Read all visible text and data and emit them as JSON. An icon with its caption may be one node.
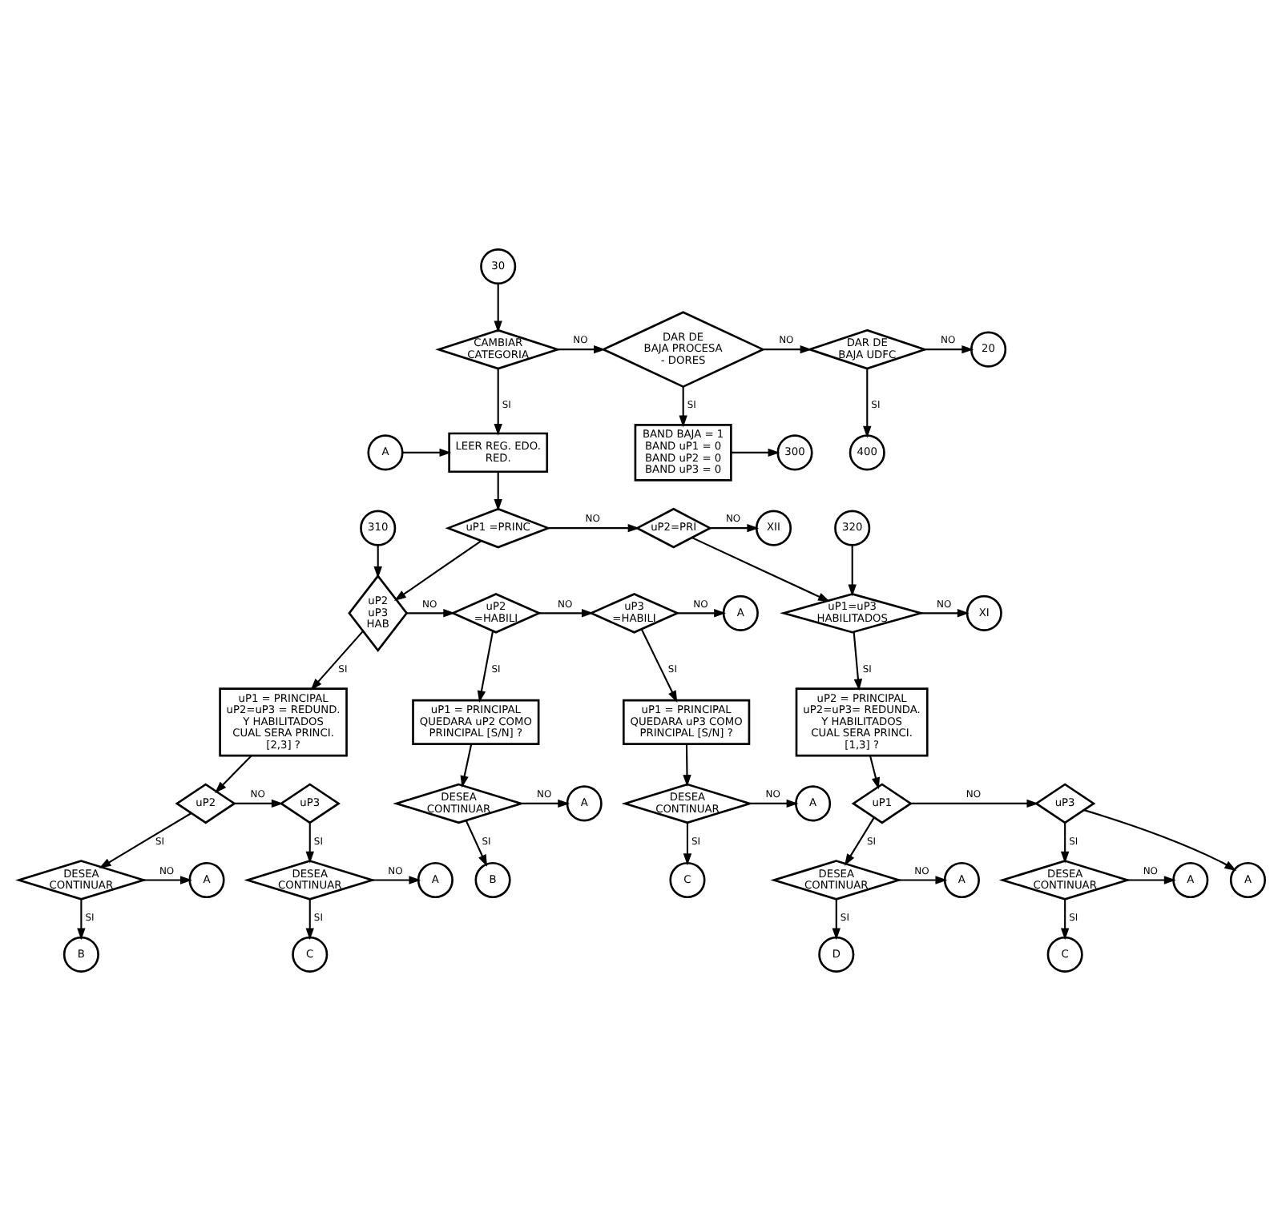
{
  "diagram": {
    "nodes": [
      {
        "text": [
          "30"
        ]
      },
      {
        "text": [
          "CAMBIAR CATEGORIA"
        ]
      },
      {
        "text": [
          "DAR DE BAJA PROCESA - DORES"
        ]
      },
      {
        "text": [
          "DAR DE BAJA UDFC"
        ]
      },
      {
        "text": [
          "20"
        ]
      },
      {
        "text": [
          "A"
        ]
      },
      {
        "text": [
          "LEER REG. EDO. RED."
        ]
      },
      {
        "text": [
          "BAND BAJA = 1 BAND uP1 = 0 BAND uP2 = 0 BAND uP3 = 0"
        ]
      },
      {
        "text": [
          "400"
        ]
      },
      {
        "text": [
          "300"
        ]
      },
      {
        "text": [
          "uP1 =PRINC"
        ]
      },
      {
        "text": [
          "uP2=PRI"
        ]
      },
      {
        "text": [
          "XII"
        ]
      },
      {
        "text": [
          "310"
        ]
      },
      {
        "text": [
          "320"
        ]
      },
      {
        "text": [
          "uP2 uP3 HAB"
        ]
      },
      {
        "text": [
          "uP2 =HABILI"
        ]
      },
      {
        "text": [
          "uP3 =HABILI"
        ]
      },
      {
        "text": [
          "A"
        ]
      },
      {
        "text": [
          "uP1=uP3 HABILITADOS"
        ]
      },
      {
        "text": [
          "XI"
        ]
      },
      {
        "text": [
          "uP1 = PRINCIPAL uP2=uP3 = REDUND. Y HABILITADOS CUAL SERA PRINCI. [2,3] ?"
        ]
      },
      {
        "text": [
          "uP1 = PRINCIPAL QUEDARA uP2 COMO PRINCIPAL [S/N] ?"
        ]
      },
      {
        "text": [
          "uP1 = PRINCIPAL QUEDARA uP3 COMO PRINCIPAL [S/N] ?"
        ]
      },
      {
        "text": [
          "uP2 = PRINCIPAL uP2=uP3= REDUNDA. Y HABILITADOS CUAL SERA PRINCI. [1,3] ?"
        ]
      },
      {
        "text": [
          "uP3"
        ]
      },
      {
        "text": [
          "uP2"
        ]
      },
      {
        "text": [
          "DESEA CONTINUAR"
        ]
      },
      {
        "text": [
          "A"
        ]
      },
      {
        "text": [
          "DESEA CONTINUAR"
        ]
      },
      {
        "text": [
          "A"
        ]
      },
      {
        "text": [
          "A"
        ]
      },
      {
        "text": [
          "DESEA CONTINUAR"
        ]
      },
      {
        "text": [
          "DESEA CONTINUAR"
        ]
      },
      {
        "text": [
          "A"
        ]
      },
      {
        "text": [
          "B"
        ]
      },
      {
        "text": [
          "C"
        ]
      },
      {
        "text": [
          "C"
        ]
      },
      {
        "text": [
          "B"
        ]
      },
      {
        "text": [
          "uP3"
        ]
      },
      {
        "text": [
          "uP1"
        ]
      },
      {
        "text": [
          "A"
        ]
      },
      {
        "text": [
          "A"
        ]
      },
      {
        "text": [
          "DESEA CONTINUAR"
        ]
      },
      {
        "text": [
          "DESEA CONTINUAR"
        ]
      },
      {
        "text": [
          "A"
        ]
      },
      {
        "text": [
          "C"
        ]
      },
      {
        "text": [
          "D"
        ]
      }
    ],
    "edges": [
      {
        "from": 0,
        "to": 1,
        "arrow": "to"
      },
      {
        "from": 1,
        "to": 2,
        "arrow": "to",
        "label": "NO"
      },
      {
        "from": 2,
        "to": 3,
        "arrow": "to",
        "label": "NO"
      },
      {
        "from": 3,
        "to": 4,
        "arrow": "to",
        "label": "NO"
      },
      {
        "from": 3,
        "to": 8,
        "arrow": "to",
        "label": "SI"
      },
      {
        "from": 2,
        "to": 7,
        "arrow": "to",
        "label": "SI"
      },
      {
        "from": 7,
        "to": 9,
        "arrow": "to"
      },
      {
        "from": 1,
        "to": 6,
        "arrow": "to",
        "label": "SI"
      },
      {
        "from": 5,
        "to": 6,
        "arrow": "to"
      },
      {
        "from": 6,
        "to": 10,
        "arrow": "to"
      },
      {
        "from": 10,
        "to": 11,
        "arrow": "to",
        "label": "NO"
      },
      {
        "from": 11,
        "to": 12,
        "arrow": "to",
        "label": "NO"
      },
      {
        "from": 11,
        "to": 19,
        "arrow": "to"
      },
      {
        "from": 14,
        "to": 19,
        "arrow": "to"
      },
      {
        "from": 19,
        "to": 20,
        "arrow": "to",
        "label": "NO"
      },
      {
        "from": 19,
        "to": 24,
        "arrow": "to",
        "label": "SI"
      },
      {
        "from": 24,
        "to": 40,
        "arrow": "to"
      },
      {
        "from": 10,
        "to": 15,
        "arrow": "to"
      },
      {
        "from": 13,
        "to": 15,
        "arrow": "to"
      },
      {
        "from": 15,
        "to": 16,
        "arrow": "to",
        "label": "NO"
      },
      {
        "from": 16,
        "to": 17,
        "arrow": "to",
        "label": "NO"
      },
      {
        "from": 17,
        "to": 18,
        "arrow": "to",
        "label": "NO"
      },
      {
        "from": 15,
        "to": 21,
        "arrow": "to",
        "label": "SI"
      },
      {
        "from": 16,
        "to": 22,
        "arrow": "to",
        "label": "SI"
      },
      {
        "from": 17,
        "to": 23,
        "arrow": "to",
        "label": "SI"
      },
      {
        "from": 21,
        "to": 26,
        "arrow": "to"
      },
      {
        "from": 26,
        "to": 25,
        "arrow": "to",
        "label": "NO"
      },
      {
        "from": 25,
        "to": 32,
        "arrow": "to",
        "label": "SI"
      },
      {
        "from": 26,
        "to": 33,
        "arrow": "to",
        "label": "SI"
      },
      {
        "from": 32,
        "to": 31,
        "arrow": "to",
        "label": "NO"
      },
      {
        "from": 32,
        "to": 37,
        "arrow": "to",
        "label": "SI"
      },
      {
        "from": 33,
        "to": 34,
        "arrow": "to",
        "label": "NO"
      },
      {
        "from": 33,
        "to": 38,
        "arrow": "to",
        "label": "SI"
      },
      {
        "from": 22,
        "to": 27,
        "arrow": "to"
      },
      {
        "from": 27,
        "to": 28,
        "arrow": "to",
        "label": "NO"
      },
      {
        "from": 27,
        "to": 35,
        "arrow": "to",
        "label": "SI"
      },
      {
        "from": 23,
        "to": 29,
        "arrow": "to"
      },
      {
        "from": 29,
        "to": 30,
        "arrow": "to",
        "label": "NO"
      },
      {
        "from": 29,
        "to": 36,
        "arrow": "to",
        "label": "SI"
      },
      {
        "from": 40,
        "to": 39,
        "arrow": "to",
        "label": "NO"
      },
      {
        "from": 40,
        "to": 44,
        "arrow": "to",
        "label": "SI"
      },
      {
        "from": 39,
        "to": 41,
        "arrow": "to"
      },
      {
        "from": 39,
        "to": 43,
        "arrow": "to",
        "label": "SI"
      },
      {
        "from": 43,
        "to": 42,
        "arrow": "to",
        "label": "NO"
      },
      {
        "from": 43,
        "to": 46,
        "arrow": "to",
        "label": "SI"
      },
      {
        "from": 44,
        "to": 45,
        "arrow": "to",
        "label": "NO"
      },
      {
        "from": 44,
        "to": 47,
        "arrow": "to",
        "label": "SI"
      }
    ]
  }
}
